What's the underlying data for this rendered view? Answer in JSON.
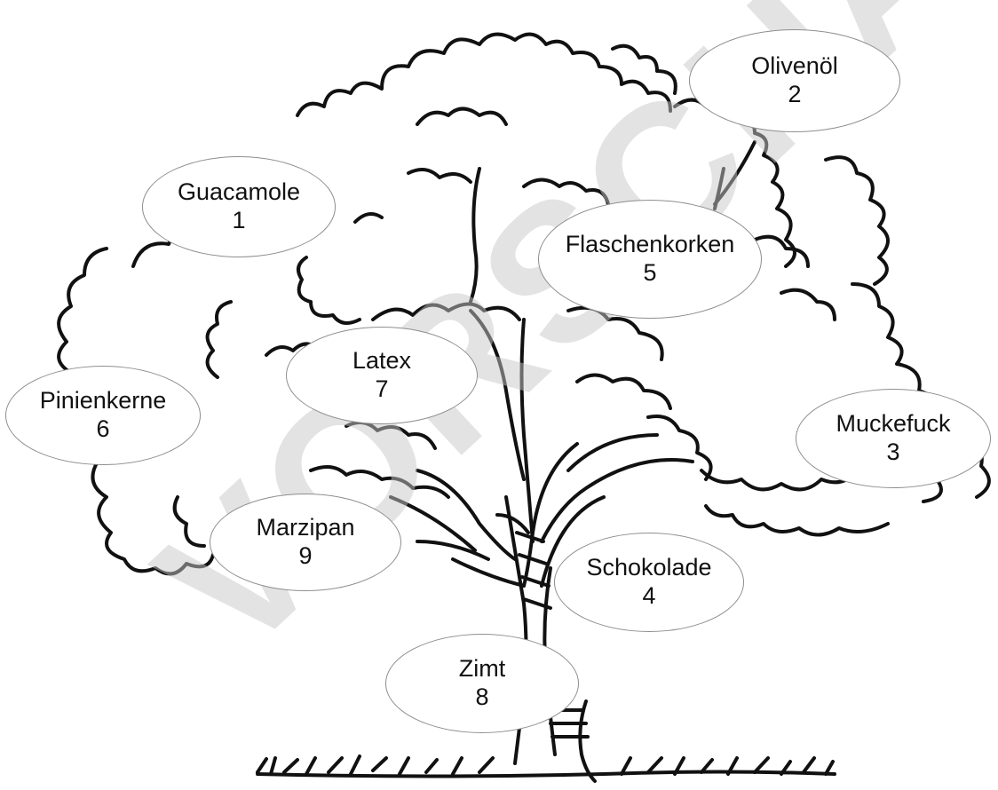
{
  "labels": [
    {
      "id": "guacamole",
      "name": "Guacamole",
      "number": "1"
    },
    {
      "id": "olivenoel",
      "name": "Olivenöl",
      "number": "2"
    },
    {
      "id": "muckefuck",
      "name": "Muckefuck",
      "number": "3"
    },
    {
      "id": "schokolade",
      "name": "Schokolade",
      "number": "4"
    },
    {
      "id": "flaschenkorken",
      "name": "Flaschenkorken",
      "number": "5"
    },
    {
      "id": "pinienkerne",
      "name": "Pinienkerne",
      "number": "6"
    },
    {
      "id": "latex",
      "name": "Latex",
      "number": "7"
    },
    {
      "id": "zimt",
      "name": "Zimt",
      "number": "8"
    },
    {
      "id": "marzipan",
      "name": "Marzipan",
      "number": "9"
    }
  ],
  "watermark": "VORSCHAU",
  "colors": {
    "ink": "#111111",
    "ellipse_border": "#8e8e8e",
    "watermark": "#c8c8c8"
  }
}
